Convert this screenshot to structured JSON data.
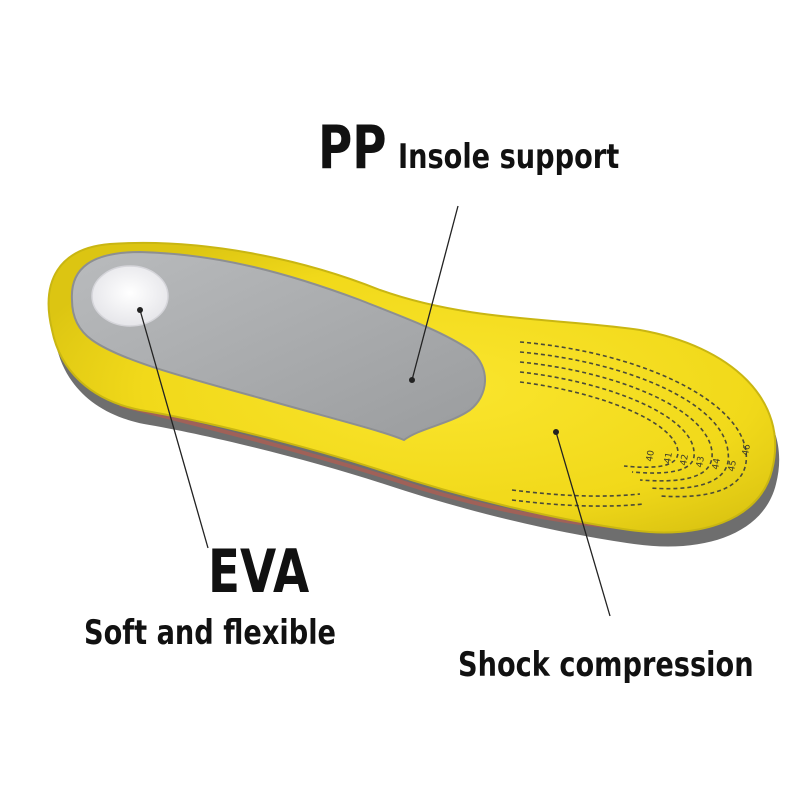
{
  "labels": {
    "pp_title": "PP",
    "pp_subtitle": "Insole support",
    "eva_title": "EVA",
    "eva_subtitle": "Soft and flexible",
    "shock": "Shock compression"
  },
  "size_marks": [
    "40",
    "41",
    "42",
    "43",
    "44",
    "45",
    "46"
  ],
  "colors": {
    "foam_yellow": "#f2dc1e",
    "foam_edge": "#c9b612",
    "pp_plate_gray": "#a9abad",
    "heel_pad_white": "#f4f4f6",
    "felt_bottom": "#6b6b6b",
    "callout_line": "#222222",
    "text": "#111111"
  }
}
